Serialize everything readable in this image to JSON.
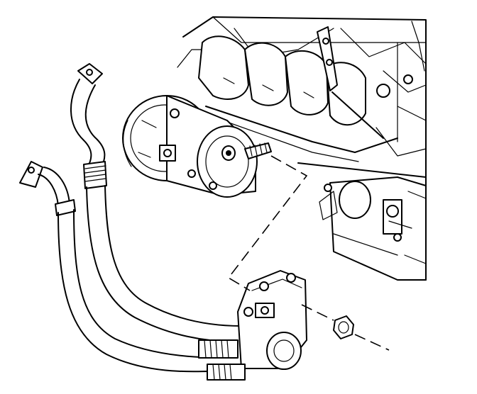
{
  "diagram": {
    "components": [
      {
        "id": "engine-block",
        "kind": "engine"
      },
      {
        "id": "exhaust-manifold",
        "kind": "manifold"
      },
      {
        "id": "ac-compressor",
        "kind": "compressor"
      },
      {
        "id": "starter-motor",
        "kind": "starter"
      },
      {
        "id": "suction-hose",
        "kind": "hose"
      },
      {
        "id": "discharge-hose",
        "kind": "hose"
      },
      {
        "id": "hose-manifold-block",
        "kind": "fitting"
      },
      {
        "id": "retaining-nut",
        "kind": "fastener"
      }
    ],
    "leader_lines": [
      {
        "from": "ac-compressor",
        "to": "hose-manifold-block",
        "style": "dashed"
      },
      {
        "from": "hose-manifold-block",
        "to": "retaining-nut",
        "style": "dashed"
      }
    ],
    "line_color": "#000000",
    "background_color": "#ffffff"
  }
}
